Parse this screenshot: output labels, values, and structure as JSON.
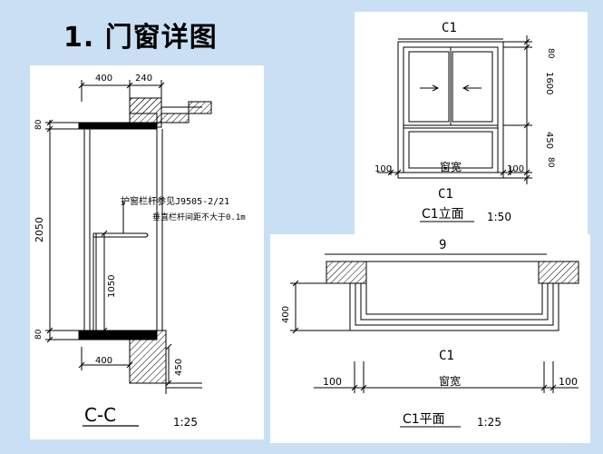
{
  "slide": {
    "title": "1. 门窗详图"
  },
  "section_cc": {
    "dim_top_left": "400",
    "dim_top_right": "240",
    "dim_left_top": "80",
    "dim_left_mid": "2050",
    "dim_left_bottom": "80",
    "dim_rail": "1050",
    "dim_sill": "450",
    "dim_bottom": "400",
    "note_line1": "护窗栏杆参见J9505-2/21",
    "note_line2": "垂直栏杆间距不大于0.1m",
    "caption": "C-C",
    "scale": "1:25"
  },
  "elevation_c1": {
    "label_top": "C1",
    "dim_right_top": "80",
    "dim_right_upper": "1600",
    "dim_right_lower": "450",
    "dim_right_bottom": "80",
    "dim_left": "100",
    "dim_width": "窗宽",
    "dim_right": "100",
    "label_bottom": "C1",
    "caption": "C1立面",
    "scale": "1:50"
  },
  "plan_c1": {
    "label_top": "9",
    "dim_side": "400",
    "label_mid": "C1",
    "dim_left": "100",
    "dim_width": "窗宽",
    "dim_right": "100",
    "caption": "C1平面",
    "scale": "1:25"
  }
}
